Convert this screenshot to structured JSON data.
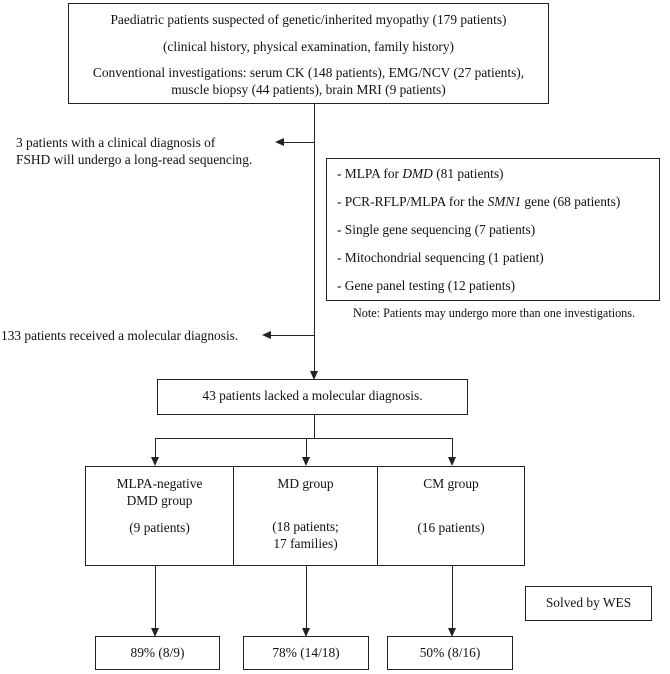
{
  "top_box": {
    "line1": "Paediatric patients suspected of genetic/inherited myopathy (179 patients)",
    "line2": "(clinical history, physical examination, family history)",
    "line3": "Conventional investigations: serum CK (148 patients), EMG/NCV (27 patients),",
    "line4": "muscle biopsy (44 patients), brain MRI (9 patients)"
  },
  "fshd_note": {
    "line1": "3 patients with a clinical diagnosis of",
    "line2": "FSHD will undergo a long-read sequencing."
  },
  "tests_box": {
    "item1_pre": "- MLPA for ",
    "item1_gene": "DMD",
    "item1_post": " (81 patients)",
    "item2_pre": "- PCR-RFLP/MLPA for the ",
    "item2_gene": "SMN1",
    "item2_post": " gene (68 patients)",
    "item3": "- Single gene sequencing (7 patients)",
    "item4": "- Mitochondrial sequencing (1 patient)",
    "item5": "- Gene panel testing (12 patients)"
  },
  "tests_note": "Note: Patients may undergo more than one investigations.",
  "diagnosed_note": "133 patients received a molecular diagnosis.",
  "lacked_box": "43 patients lacked a molecular diagnosis.",
  "groups": {
    "dmd": {
      "title1": "MLPA-negative",
      "title2": "DMD group",
      "count": "(9 patients)"
    },
    "md": {
      "title": "MD group",
      "count1": "(18 patients;",
      "count2": "17 families)"
    },
    "cm": {
      "title": "CM group",
      "count": "(16 patients)"
    }
  },
  "results": {
    "dmd": "89% (8/9)",
    "md": "78% (14/18)",
    "cm": "50% (8/16)"
  },
  "legend_label": "Solved by WES"
}
